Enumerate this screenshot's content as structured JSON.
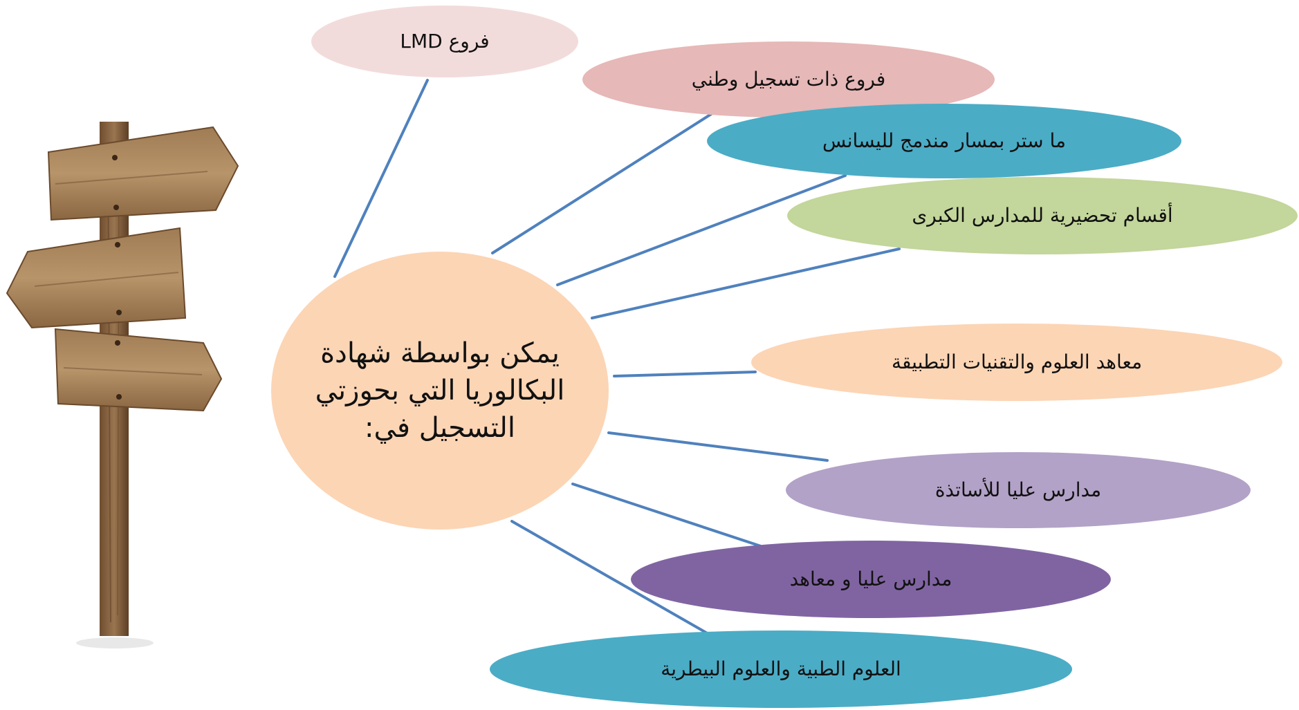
{
  "diagram": {
    "center": {
      "text": "يمكن بواسطة شهادة البكالوريا التي بحوزتي التسجيل في:",
      "color": "#fcd5b5"
    },
    "options": [
      {
        "label": "فروع LMD",
        "color": "#f2dcdb"
      },
      {
        "label": "فروع ذات تسجيل وطني",
        "color": "#e6b8b7"
      },
      {
        "label": "ما ستر بمسار مندمج لليسانس",
        "color": "#4bacc6"
      },
      {
        "label": "أقسام تحضيرية للمدارس الكبرى",
        "color": "#c3d69b"
      },
      {
        "label": "معاهد العلوم والتقنيات التطبيقة",
        "color": "#fcd5b5"
      },
      {
        "label": "مدارس عليا للأساتذة",
        "color": "#b2a2c7"
      },
      {
        "label": "مدارس عليا و معاهد",
        "color": "#8064a2"
      },
      {
        "label": "العلوم الطبية والعلوم البيطرية",
        "color": "#4bacc6"
      }
    ],
    "connector_color": "#4f81bd",
    "signpost_icon": "wooden-signpost-icon"
  }
}
